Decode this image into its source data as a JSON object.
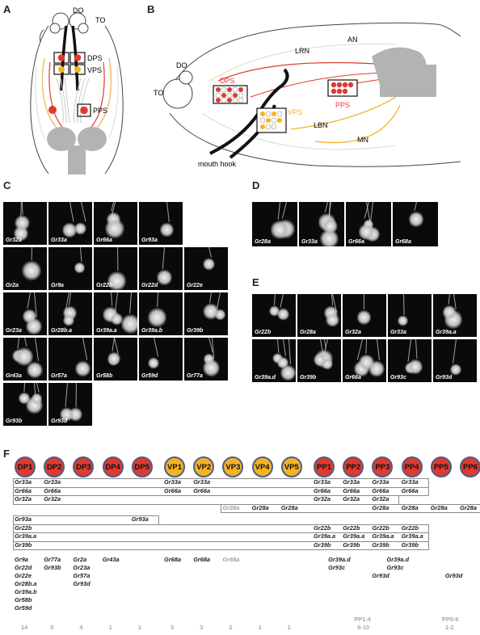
{
  "panels": {
    "a": "A",
    "b": "B",
    "c": "C",
    "d": "D",
    "e": "E",
    "f": "F"
  },
  "panel_a": {
    "do": "DO",
    "to": "TO",
    "dps": "DPS",
    "vps": "VPS",
    "pps": "PPS"
  },
  "panel_b": {
    "do": "DO",
    "to": "TO",
    "an": "AN",
    "lrn": "LRN",
    "dps": "DPS",
    "pps": "PPS",
    "vps": "VPS",
    "lbn": "LBN",
    "mn": "MN",
    "mouth_hook": "mouth hook"
  },
  "colors": {
    "dorsal": "#e03a2f",
    "ventral": "#f5b324",
    "posterior": "#e03a2f",
    "ring": "#4a5e8a",
    "brain": "#b3b3b3"
  },
  "panel_c": {
    "rows": [
      [
        "Gr32a",
        "Gr33a",
        "Gr66a",
        "Gr93a"
      ],
      [
        "Gr2a",
        "Gr9a",
        "Gr22b",
        "Gr22d",
        "Gr22e"
      ],
      [
        "Gr23a",
        "Gr28b.a",
        "Gr39a.a",
        "Gr39a.b",
        "Gr39b"
      ],
      [
        "Gr43a",
        "Gr57a",
        "Gr58b",
        "Gr59d",
        "Gr77a"
      ],
      [
        "Gr93b",
        "Gr93d"
      ]
    ]
  },
  "panel_d": {
    "images": [
      "Gr28a",
      "Gr33a",
      "Gr66a",
      "Gr68a"
    ]
  },
  "panel_e": {
    "rows": [
      [
        "Gr22b",
        "Gr28a",
        "Gr32a",
        "Gr33a",
        "Gr39a.a"
      ],
      [
        "Gr39a.d",
        "Gr39b",
        "Gr66a",
        "Gr93c",
        "Gr93d"
      ]
    ]
  },
  "panel_f": {
    "organs": [
      "DP1",
      "DP2",
      "DP3",
      "DP4",
      "DP5",
      "VP1",
      "VP2",
      "VP3",
      "VP4",
      "VP5",
      "PP1",
      "PP2",
      "PP3",
      "PP4",
      "PP5",
      "PP6"
    ],
    "organ_colors": [
      "#e03a2f",
      "#e03a2f",
      "#e03a2f",
      "#e03a2f",
      "#e03a2f",
      "#f5b324",
      "#f5b324",
      "#f5b324",
      "#f5b324",
      "#f5b324",
      "#e03a2f",
      "#e03a2f",
      "#e03a2f",
      "#e03a2f",
      "#e03a2f",
      "#e03a2f"
    ],
    "rows": [
      [
        [
          "Gr33a",
          0,
          false
        ],
        [
          "Gr33a",
          1,
          false
        ],
        [
          "Gr33a",
          5,
          false
        ],
        [
          "Gr33a",
          6,
          false
        ],
        [
          "Gr33a",
          10,
          false
        ],
        [
          "Gr33a",
          11,
          false
        ],
        [
          "Gr33a",
          12,
          false
        ],
        [
          "Gr33a",
          13,
          false
        ]
      ],
      [
        [
          "Gr66a",
          0,
          false
        ],
        [
          "Gr66a",
          1,
          false
        ],
        [
          "Gr66a",
          5,
          false
        ],
        [
          "Gr66a",
          6,
          false
        ],
        [
          "Gr66a",
          10,
          false
        ],
        [
          "Gr66a",
          11,
          false
        ],
        [
          "Gr66a",
          12,
          false
        ],
        [
          "Gr66a",
          13,
          false
        ]
      ],
      [
        [
          "Gr32a",
          0,
          false
        ],
        [
          "Gr32a",
          1,
          false
        ],
        [
          "Gr32a",
          10,
          false
        ],
        [
          "Gr32a",
          11,
          false
        ],
        [
          "Gr32a",
          12,
          false
        ]
      ],
      [
        [
          "Gr28a",
          7,
          true
        ],
        [
          "Gr28a",
          8,
          false
        ],
        [
          "Gr28a",
          9,
          false
        ],
        [
          "Gr28a",
          12,
          false
        ],
        [
          "Gr28a",
          13,
          false
        ],
        [
          "Gr28a",
          14,
          false
        ],
        [
          "Gr28a",
          15,
          false
        ]
      ],
      [
        [
          "Gr93a",
          0,
          false
        ],
        [
          "Gr93a",
          4,
          false
        ]
      ],
      [
        [
          "Gr22b",
          0,
          false
        ],
        [
          "Gr22b",
          10,
          false
        ],
        [
          "Gr22b",
          11,
          false
        ],
        [
          "Gr22b",
          12,
          false
        ],
        [
          "Gr22b",
          13,
          false
        ]
      ],
      [
        [
          "Gr39a.a",
          0,
          false
        ],
        [
          "Gr39a.a",
          10,
          false
        ],
        [
          "Gr39a.a",
          11,
          false
        ],
        [
          "Gr39a.a",
          12,
          false
        ],
        [
          "Gr39a.a",
          13,
          false
        ]
      ],
      [
        [
          "Gr39b",
          0,
          false
        ],
        [
          "Gr39b",
          10,
          false
        ],
        [
          "Gr39b",
          11,
          false
        ],
        [
          "Gr39b",
          12,
          false
        ],
        [
          "Gr39b",
          13,
          false
        ]
      ]
    ],
    "lower_columns": [
      {
        "col": 0,
        "items": [
          "Gr9a",
          "Gr22d",
          "Gr22e",
          "Gr28b.a",
          "Gr39a.b",
          "Gr58b",
          "Gr59d"
        ]
      },
      {
        "col": 1,
        "items": [
          "Gr77a",
          "Gr93b"
        ]
      },
      {
        "col": 2,
        "items": [
          "Gr2a",
          "Gr23a",
          "Gr57a",
          "Gr93d"
        ]
      },
      {
        "col": 3,
        "items": [
          "Gr43a"
        ]
      },
      {
        "col": 5,
        "items": [
          "Gr68a"
        ]
      },
      {
        "col": 6,
        "items": [
          "Gr68a"
        ]
      },
      {
        "col": 7,
        "items": [
          "Gr68a"
        ],
        "grey": true
      },
      {
        "col": 10.5,
        "items": [
          "Gr39a.d",
          "Gr93c"
        ]
      },
      {
        "col": 12.5,
        "items": [
          "Gr39a.d",
          "Gr93c"
        ]
      },
      {
        "col": 12,
        "items": [
          "",
          "",
          "Gr93d"
        ],
        "offset": 2
      },
      {
        "col": 14.5,
        "items": [
          "",
          "",
          "Gr93d"
        ],
        "offset": 2
      }
    ],
    "counts": [
      {
        "col": 0,
        "text": "14"
      },
      {
        "col": 1,
        "text": "5"
      },
      {
        "col": 2,
        "text": "4"
      },
      {
        "col": 3,
        "text": "1"
      },
      {
        "col": 4,
        "text": "1"
      },
      {
        "col": 5,
        "text": "3"
      },
      {
        "col": 6,
        "text": "3"
      },
      {
        "col": 7,
        "text": "2"
      },
      {
        "col": 8,
        "text": "1"
      },
      {
        "col": 9,
        "text": "1"
      }
    ],
    "pp_groups": [
      {
        "col": 11.5,
        "label": "PP1-4",
        "count": "6-10"
      },
      {
        "col": 14.5,
        "label": "PP5-6",
        "count": "1-2"
      }
    ]
  }
}
